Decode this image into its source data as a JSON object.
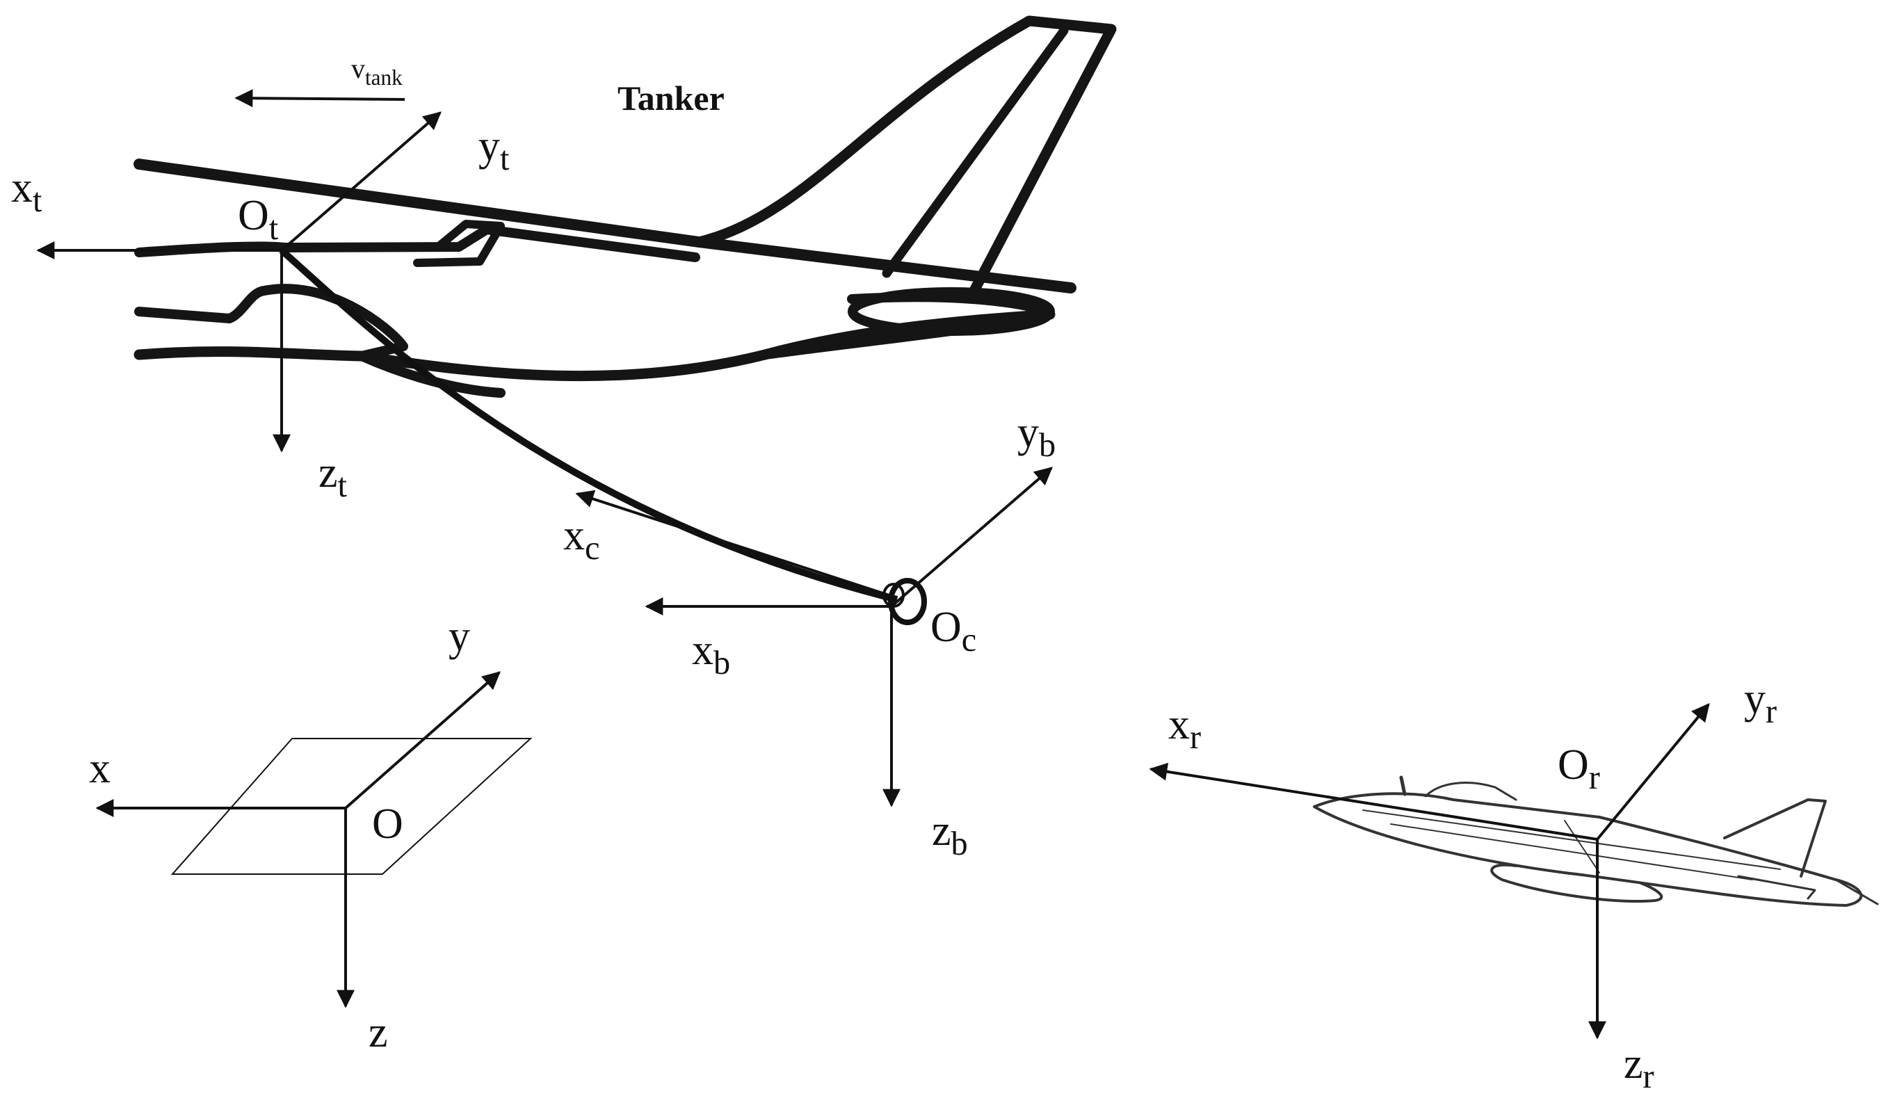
{
  "title": "Tanker",
  "velocity": {
    "main": "v",
    "sub": "tank"
  },
  "tanker_frame": {
    "origin": {
      "main": "O",
      "sub": "t"
    },
    "x": {
      "main": "x",
      "sub": "t"
    },
    "y": {
      "main": "y",
      "sub": "t"
    },
    "z": {
      "main": "z",
      "sub": "t"
    }
  },
  "drogue_frame": {
    "origin": {
      "main": "O",
      "sub": "c"
    },
    "xc": {
      "main": "x",
      "sub": "c"
    },
    "xb": {
      "main": "x",
      "sub": "b"
    },
    "yb": {
      "main": "y",
      "sub": "b"
    },
    "zb": {
      "main": "z",
      "sub": "b"
    }
  },
  "inertial_frame": {
    "origin": "O",
    "x": "x",
    "y": "y",
    "z": "z"
  },
  "receiver_frame": {
    "origin": {
      "main": "O",
      "sub": "r"
    },
    "x": {
      "main": "x",
      "sub": "r"
    },
    "y": {
      "main": "y",
      "sub": "r"
    },
    "z": {
      "main": "z",
      "sub": "r"
    }
  },
  "colors": {
    "ink": "#111111",
    "aircraft_fill": "#ffffff",
    "receiver_ink": "#333333"
  }
}
